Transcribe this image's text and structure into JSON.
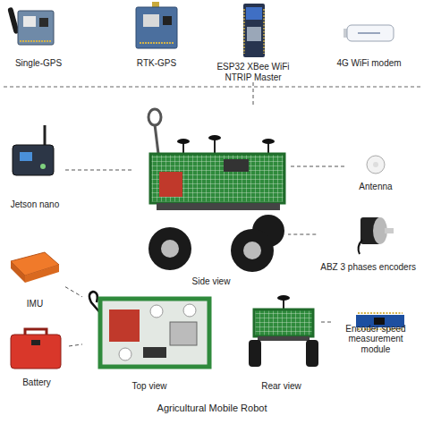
{
  "diagram": {
    "caption": "Agricultural Mobile Robot",
    "nodes": [
      {
        "text": [
          "Single-GPS"
        ]
      },
      {
        "text": [
          "RTK-GPS"
        ]
      },
      {
        "text": [
          "ESP32 XBee WiFi NTRIP Master"
        ]
      },
      {
        "text": [
          "4G WiFi modem"
        ]
      },
      {
        "text": [
          "Jetson nano"
        ]
      },
      {
        "text": [
          "Side view"
        ]
      },
      {
        "text": [
          "Antenna"
        ]
      },
      {
        "text": [
          "ABZ 3 phases encoders"
        ]
      },
      {
        "text": [
          "IMU"
        ]
      },
      {
        "text": [
          "Encoder speed measurement module"
        ]
      },
      {
        "text": [
          "Battery"
        ]
      },
      {
        "text": [
          "Top view"
        ]
      },
      {
        "text": [
          "Rear view"
        ]
      }
    ],
    "edges": [
      {
        "from": 2,
        "to": 5,
        "arrow": "none"
      },
      {
        "from": 4,
        "to": 5,
        "arrow": "none"
      },
      {
        "from": 6,
        "to": 5,
        "arrow": "none"
      },
      {
        "from": 7,
        "to": 5,
        "arrow": "none"
      },
      {
        "from": 8,
        "to": 11,
        "arrow": "none"
      },
      {
        "from": 10,
        "to": 11,
        "arrow": "none"
      },
      {
        "from": 9,
        "to": 12,
        "arrow": "none"
      }
    ]
  }
}
